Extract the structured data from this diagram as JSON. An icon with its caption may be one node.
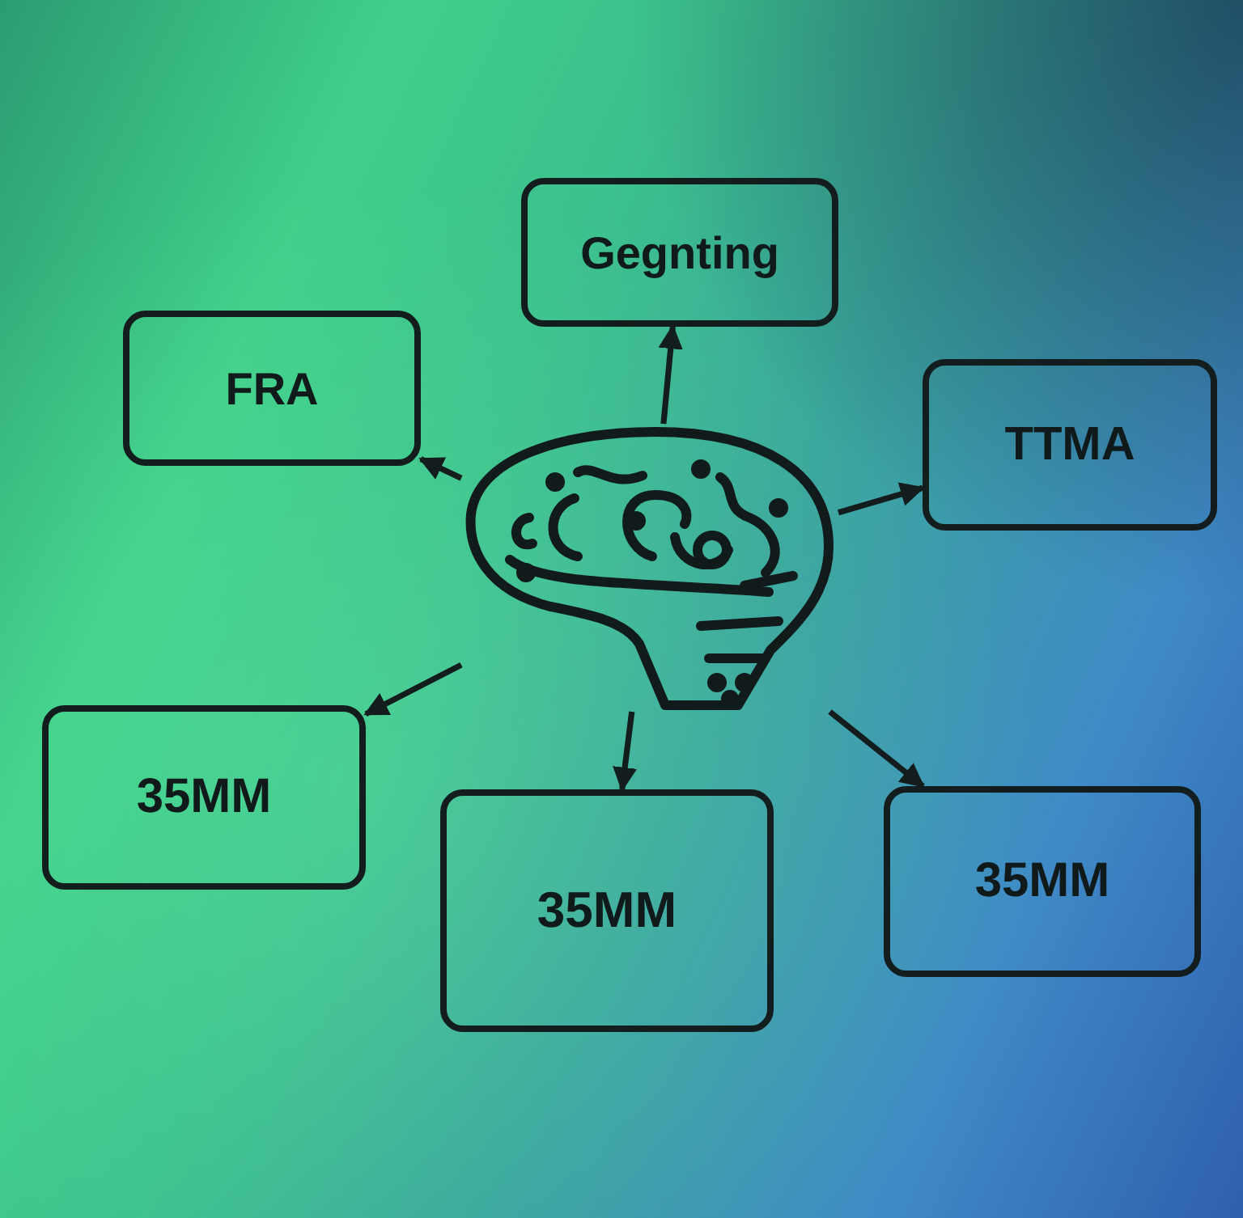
{
  "diagram": {
    "nodes": [
      {
        "text": [],
        "shape": "picture"
      },
      {
        "text": [
          "Gegnting"
        ]
      },
      {
        "text": [
          "FRA"
        ]
      },
      {
        "text": [
          "TTMA"
        ]
      },
      {
        "text": [
          "35MM"
        ]
      },
      {
        "text": [
          "35MM"
        ]
      },
      {
        "text": [
          "35MM"
        ]
      }
    ],
    "edges": [
      {
        "from": 0,
        "to": 1,
        "arrow": "to"
      },
      {
        "from": 0,
        "to": 2,
        "arrow": "to"
      },
      {
        "from": 0,
        "to": 3,
        "arrow": "to"
      },
      {
        "from": 0,
        "to": 4,
        "arrow": "to"
      },
      {
        "from": 0,
        "to": 5,
        "arrow": "to"
      },
      {
        "from": 0,
        "to": 6,
        "arrow": "to"
      }
    ]
  }
}
